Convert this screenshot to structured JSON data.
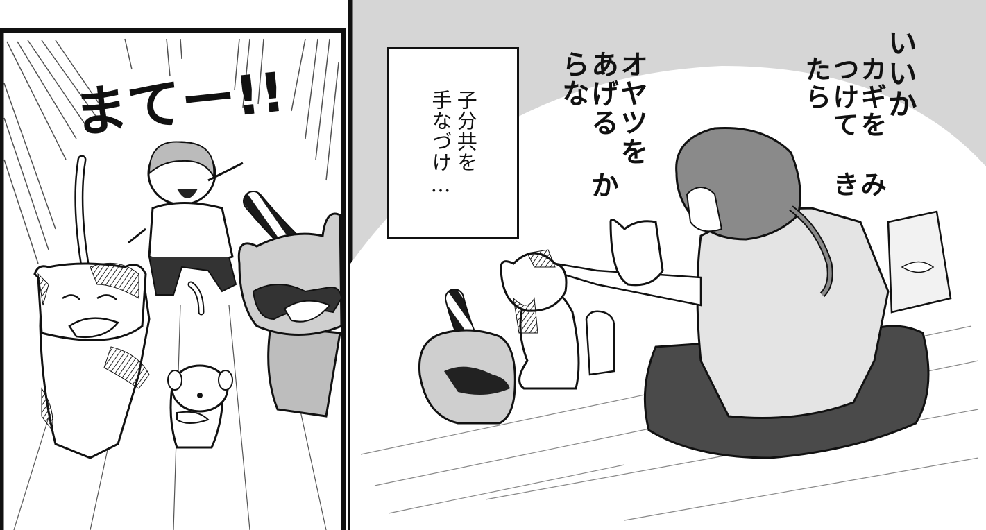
{
  "left_panel": {
    "shout_text": "まてー!!"
  },
  "right_panel": {
    "caption_lines": [
      "子分共を",
      "手なづけ…"
    ],
    "speech_col1": "いいか",
    "speech_col2": "カギを みつけて きたら",
    "speech_col3": "オヤツを あげる からな"
  }
}
